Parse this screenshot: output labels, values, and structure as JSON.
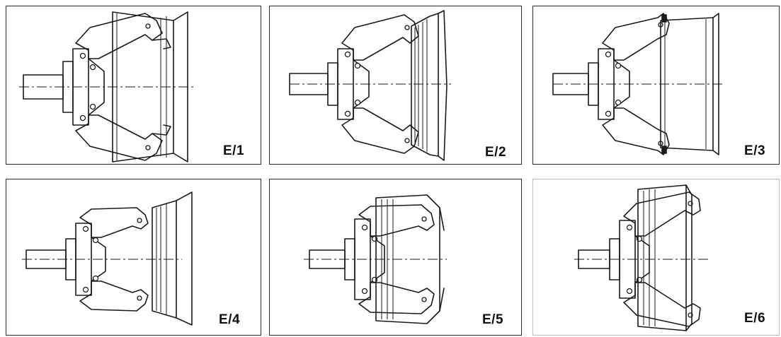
{
  "panels": [
    {
      "id": "p1",
      "label": "E/1"
    },
    {
      "id": "p2",
      "label": "E/2"
    },
    {
      "id": "p3",
      "label": "E/3"
    },
    {
      "id": "p4",
      "label": "E/4"
    },
    {
      "id": "p5",
      "label": "E/5"
    },
    {
      "id": "p6",
      "label": "E/6"
    }
  ]
}
